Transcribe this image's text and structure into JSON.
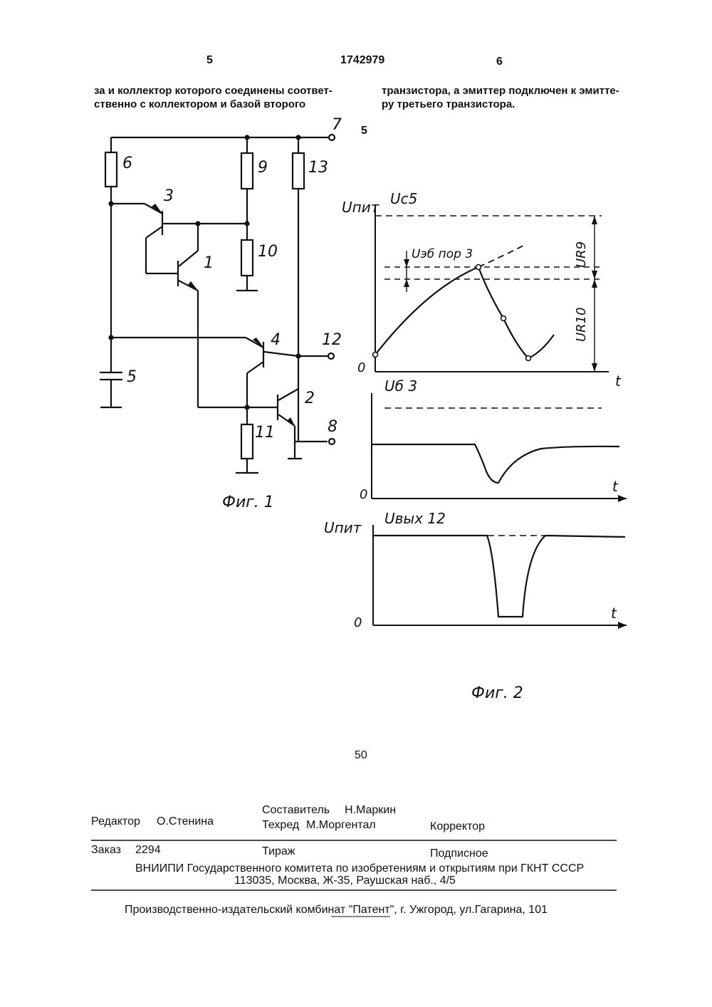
{
  "header": {
    "page_left": "5",
    "patent_number": "1742979",
    "page_right": "6"
  },
  "body_text": {
    "left_line1": "за и коллектор которого соединены соответ-",
    "left_line2": "ственно с коллектором и базой второго",
    "right_line1": "транзистора, а эмиттер подключен к эмитте-",
    "right_line2": "ру третьего транзистора."
  },
  "line_number_5": "5",
  "line_number_50": "50",
  "figure1": {
    "caption": "Фиг. 1",
    "labels": {
      "n7": "7",
      "n6": "6",
      "n9": "9",
      "n13": "13",
      "n3": "3",
      "n1": "1",
      "n10": "10",
      "n4": "4",
      "n12": "12",
      "n5": "5",
      "n2": "2",
      "n8": "8",
      "n11": "11"
    }
  },
  "figure2": {
    "caption": "Фиг. 2",
    "graph1": {
      "y_label": "Uпит",
      "title": "Uc5",
      "threshold": "Uэб пор 3",
      "r9": "UR9",
      "r10": "UR10",
      "zero": "0",
      "t": "t"
    },
    "graph2": {
      "title": "Uб 3",
      "zero": "0",
      "t": "t"
    },
    "graph3": {
      "y_label": "Uпит",
      "title": "Uвых 12",
      "zero": "0",
      "t": "t"
    }
  },
  "footer": {
    "compiler_label": "Составитель",
    "compiler": "Н.Маркин",
    "editor_label": "Редактор",
    "editor": "О.Стенина",
    "techred_label": "Техред",
    "techred": "М.Моргентал",
    "corrector_label": "Корректор",
    "order_label": "Заказ",
    "order": "2294",
    "circulation_label": "Тираж",
    "subscription": "Подписное",
    "org_line": "ВНИИПИ Государственного комитета по изобретениям и открытиям при ГКНТ СССР",
    "address_line": "113035, Москва, Ж-35, Раушская наб., 4/5",
    "printer_line": "Производственно-издательский комбинат \"Патент\", г. Ужгород, ул.Гагарина, 101"
  }
}
